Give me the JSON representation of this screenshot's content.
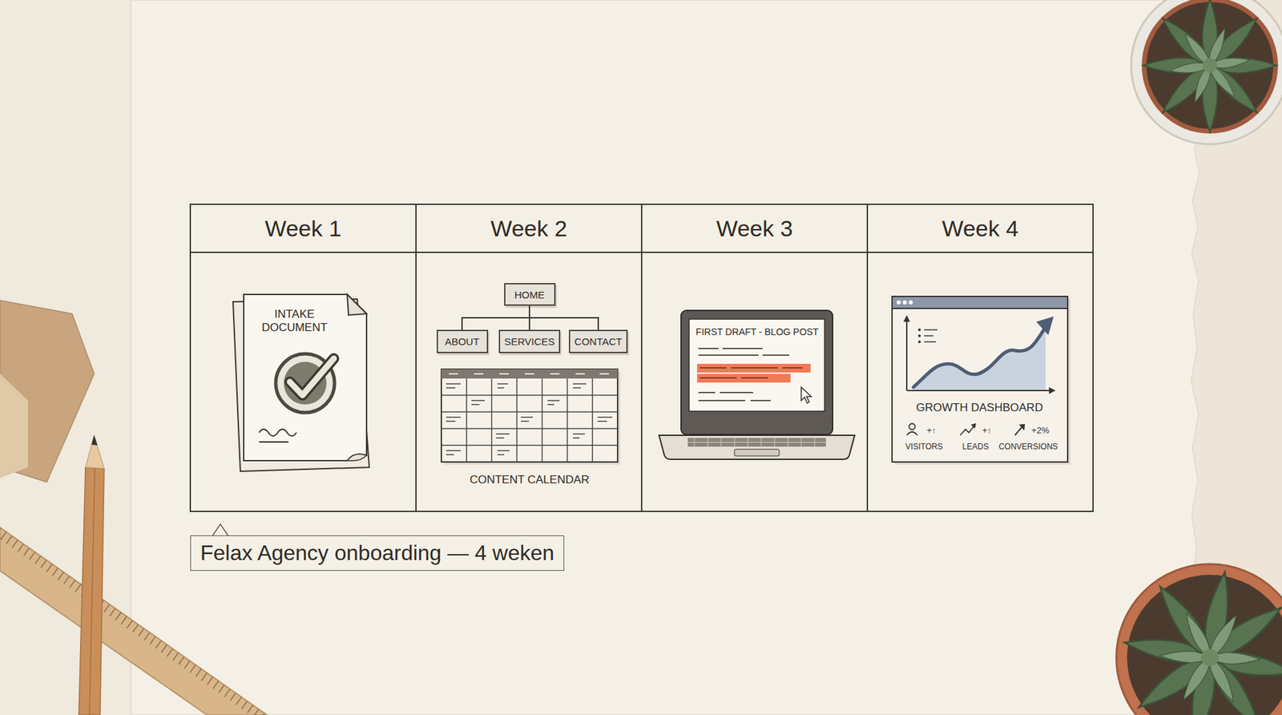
{
  "diagram": {
    "caption": "Felax Agency onboarding — 4 weken",
    "nodes": [
      {
        "text": [
          "Week 1"
        ]
      },
      {
        "text": [
          "Week 2"
        ]
      },
      {
        "text": [
          "HOME"
        ],
        "in": 1
      },
      {
        "text": [
          "ABOUT"
        ],
        "in": 1
      },
      {
        "text": [
          "SERVICES"
        ],
        "in": 1
      },
      {
        "text": [
          "CONTACT"
        ],
        "in": 1
      },
      {
        "text": [
          "Week 3"
        ]
      },
      {
        "text": [
          "Week 4"
        ]
      }
    ],
    "edges": [
      {
        "from": 2,
        "to": 3,
        "arrow": "none"
      },
      {
        "from": 2,
        "to": 4,
        "arrow": "none"
      },
      {
        "from": 2,
        "to": 5,
        "arrow": "none"
      }
    ],
    "labels": [
      "INTAKE DOCUMENT",
      "CONTENT CALENDAR",
      "FIRST DRAFT - BLOG POST",
      "GROWTH DASHBOARD",
      "+↑",
      "VISITORS",
      "+↑",
      "LEADS",
      "+2%",
      "CONVERSIONS"
    ]
  }
}
